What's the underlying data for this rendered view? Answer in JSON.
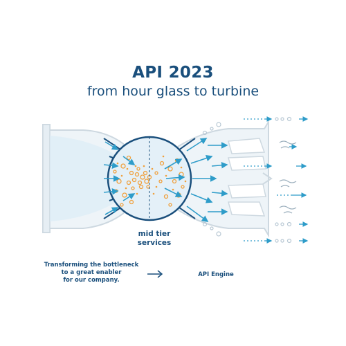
{
  "header": {
    "title": "API 2023",
    "subtitle": "from hour glass to turbine"
  },
  "diagram": {
    "center_label_line1": "mid tier",
    "center_label_line2": "services"
  },
  "footer": {
    "left_line1": "Transforming the bottleneck",
    "left_line2": "to a great enabler",
    "left_line3": "for our company.",
    "arrow_icon": "arrow-right-icon",
    "right_label": "API Engine"
  },
  "colors": {
    "navy": "#1a4f7c",
    "teal": "#2e9cc9",
    "orange": "#f0a03c",
    "glass": "#dde7ee",
    "glass_fill": "#e9f3fa"
  }
}
